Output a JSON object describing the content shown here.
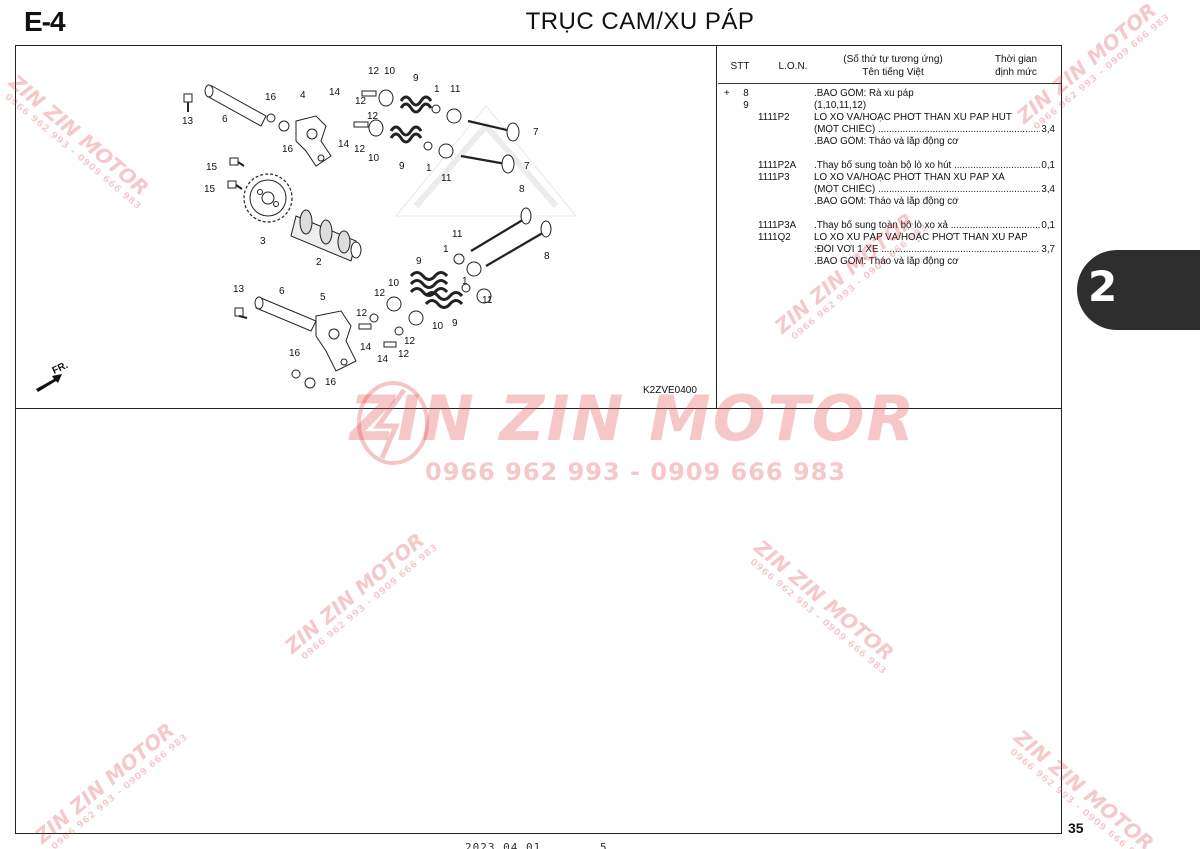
{
  "header": {
    "section_code": "E-4",
    "title": "TRỤC CAM/XU PÁP"
  },
  "diagram": {
    "code": "K2ZVE0400",
    "fr_label": "FR.",
    "callouts": [
      "1",
      "2",
      "3",
      "4",
      "5",
      "6",
      "7",
      "8",
      "9",
      "10",
      "11",
      "12",
      "13",
      "14",
      "15",
      "16"
    ]
  },
  "parts_table": {
    "headers": {
      "stt": "STT",
      "lon": "L.O.N.",
      "ref": "(Số thứ tự tương ứng)",
      "name": "Tên tiếng Việt",
      "time1": "Thời gian",
      "time2": "định mức"
    },
    "rows": [
      {
        "mark": "+",
        "stt": "8",
        "lon": "",
        "desc": ".BAO GỒM: Rà xu páp",
        "time": "",
        "dots": false
      },
      {
        "mark": "",
        "stt": "9",
        "lon": "",
        "desc": "(1,10,11,12)",
        "time": "",
        "dots": false
      },
      {
        "mark": "",
        "stt": "",
        "lon": "1111P2",
        "desc": "LÒ XO VÀ/HOẶC PHỚT THÂN XU PÁP HÚT",
        "time": "",
        "dots": false
      },
      {
        "mark": "",
        "stt": "",
        "lon": "",
        "desc": "(MỘT CHIẾC)",
        "time": "3,4",
        "dots": true
      },
      {
        "mark": "",
        "stt": "",
        "lon": "",
        "desc": ".BAO GỒM: Tháo và lắp động cơ",
        "time": "",
        "dots": false
      },
      {
        "mark": "",
        "stt": "",
        "lon": "",
        "desc": "",
        "time": "",
        "dots": false
      },
      {
        "mark": "",
        "stt": "",
        "lon": "1111P2A",
        "desc": ".Thay bổ sung toàn bộ lò xo hút",
        "time": "0,1",
        "dots": true
      },
      {
        "mark": "",
        "stt": "",
        "lon": "1111P3",
        "desc": "LÒ XO VÀ/HOẶC PHỚT THÂN XU PÁP XẢ",
        "time": "",
        "dots": false
      },
      {
        "mark": "",
        "stt": "",
        "lon": "",
        "desc": "(MỘT CHIẾC)",
        "time": "3,4",
        "dots": true
      },
      {
        "mark": "",
        "stt": "",
        "lon": "",
        "desc": ".BAO GỒM: Tháo và lắp động cơ",
        "time": "",
        "dots": false
      },
      {
        "mark": "",
        "stt": "",
        "lon": "",
        "desc": "",
        "time": "",
        "dots": false
      },
      {
        "mark": "",
        "stt": "",
        "lon": "1111P3A",
        "desc": ".Thay bổ sung toàn bộ lò xo xả",
        "time": "0,1",
        "dots": true
      },
      {
        "mark": "",
        "stt": "",
        "lon": "1111Q2",
        "desc": "LÒ XO XU PÁP VÀ/HOẶC PHỚT THÂN XU PÁP",
        "time": "",
        "dots": false
      },
      {
        "mark": "",
        "stt": "",
        "lon": "",
        "desc": ":ĐỐI VỚI 1 XE",
        "time": "3,7",
        "dots": true
      },
      {
        "mark": "",
        "stt": "",
        "lon": "",
        "desc": ".BAO GỒM: Tháo và lắp động cơ",
        "time": "",
        "dots": false
      }
    ]
  },
  "side_tab": "2",
  "page_number": "35",
  "footer": {
    "date": "2023.04.01",
    "page": "5"
  },
  "watermark": {
    "brand": "ZIN ZIN MOTOR",
    "phones": "0966 962 993 - 0909 666 983",
    "color": "#e04646"
  }
}
